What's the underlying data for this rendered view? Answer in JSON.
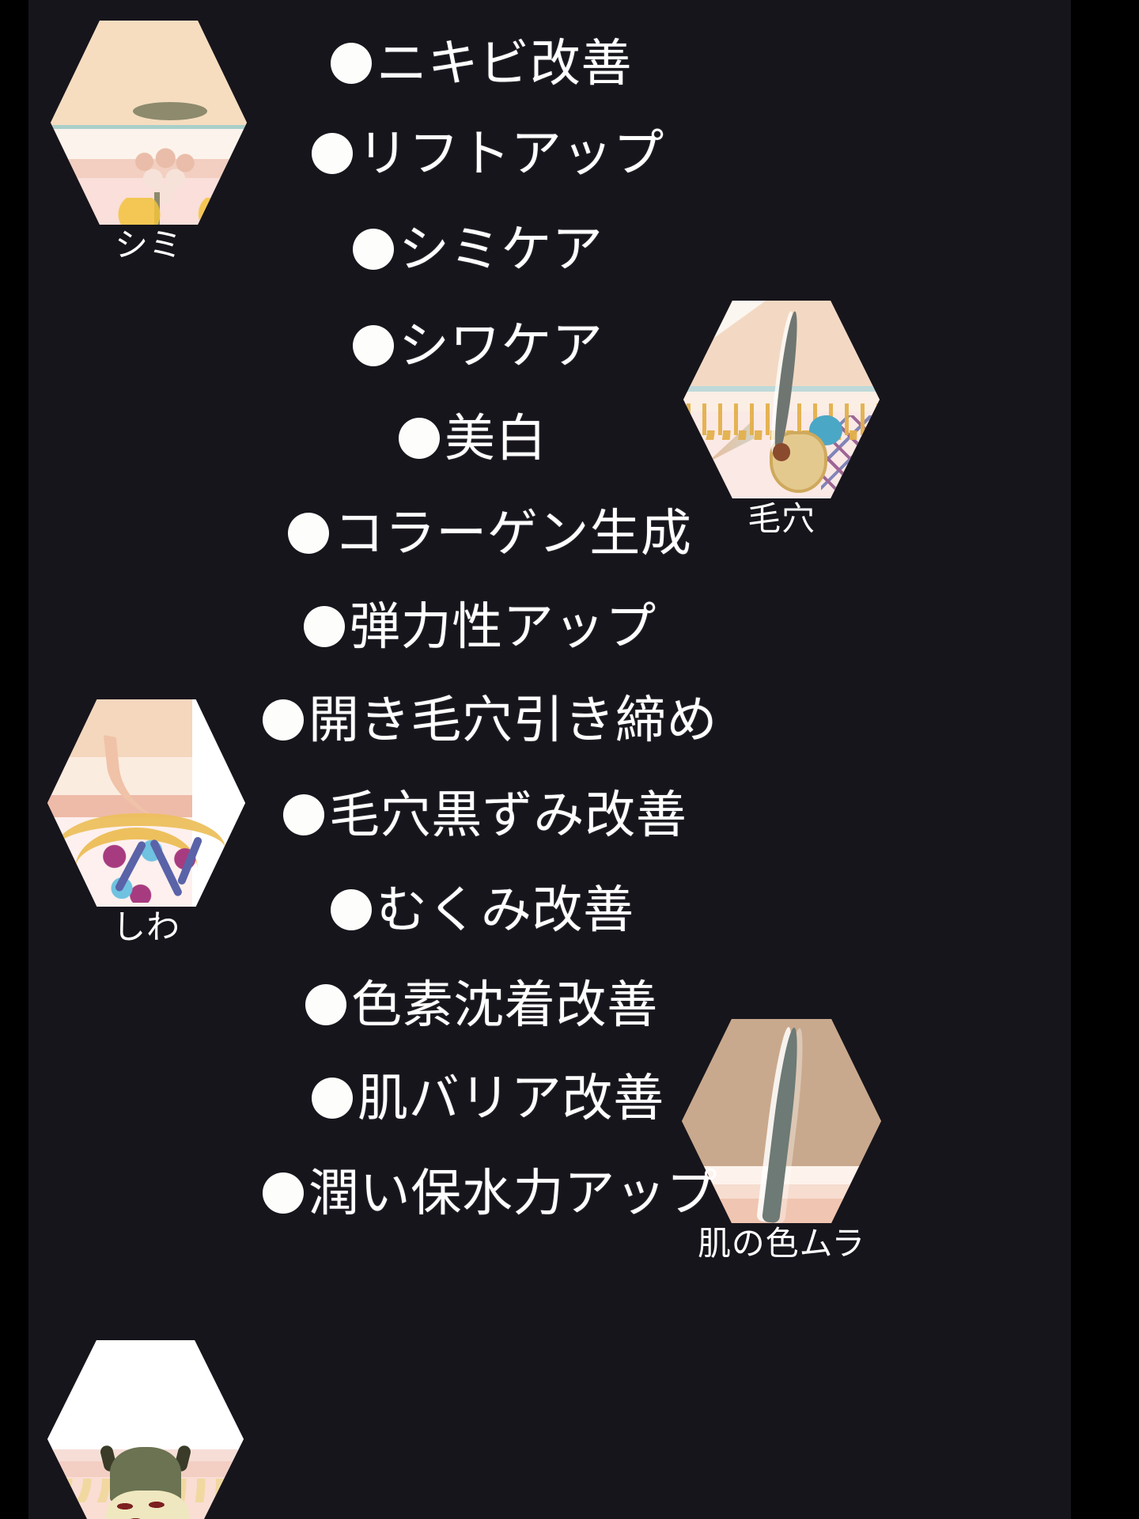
{
  "page": {
    "background_color": "#17151c",
    "border_color": "#000000",
    "text_color": "#ffffff",
    "bullet_color": "#fdfdfb"
  },
  "benefits": {
    "bullet_glyph": "●",
    "items": [
      {
        "label": "ニキビ改善"
      },
      {
        "label": "リフトアップ"
      },
      {
        "label": "シミケア"
      },
      {
        "label": "シワケア"
      },
      {
        "label": "美白"
      },
      {
        "label": "コラーゲン生成"
      },
      {
        "label": "弾力性アップ"
      },
      {
        "label": "開き毛穴引き締め"
      },
      {
        "label": "毛穴黒ずみ改善"
      },
      {
        "label": "むくみ改善"
      },
      {
        "label": "色素沈着改善"
      },
      {
        "label": "肌バリア改善"
      },
      {
        "label": "潤い保水力アップ"
      }
    ]
  },
  "illustrations": [
    {
      "id": "spot",
      "caption": "シミ",
      "icon": "skin-cross-section-age-spot-icon"
    },
    {
      "id": "pore",
      "caption": "毛穴",
      "icon": "hair-follicle-cross-section-icon"
    },
    {
      "id": "wrinkle",
      "caption": "しわ",
      "icon": "skin-cross-section-wrinkle-icon"
    },
    {
      "id": "tone",
      "caption": "肌の色ムラ",
      "icon": "skin-tone-hair-cross-section-icon"
    },
    {
      "id": "black",
      "caption": "",
      "icon": "clogged-pore-blackhead-icon"
    }
  ]
}
